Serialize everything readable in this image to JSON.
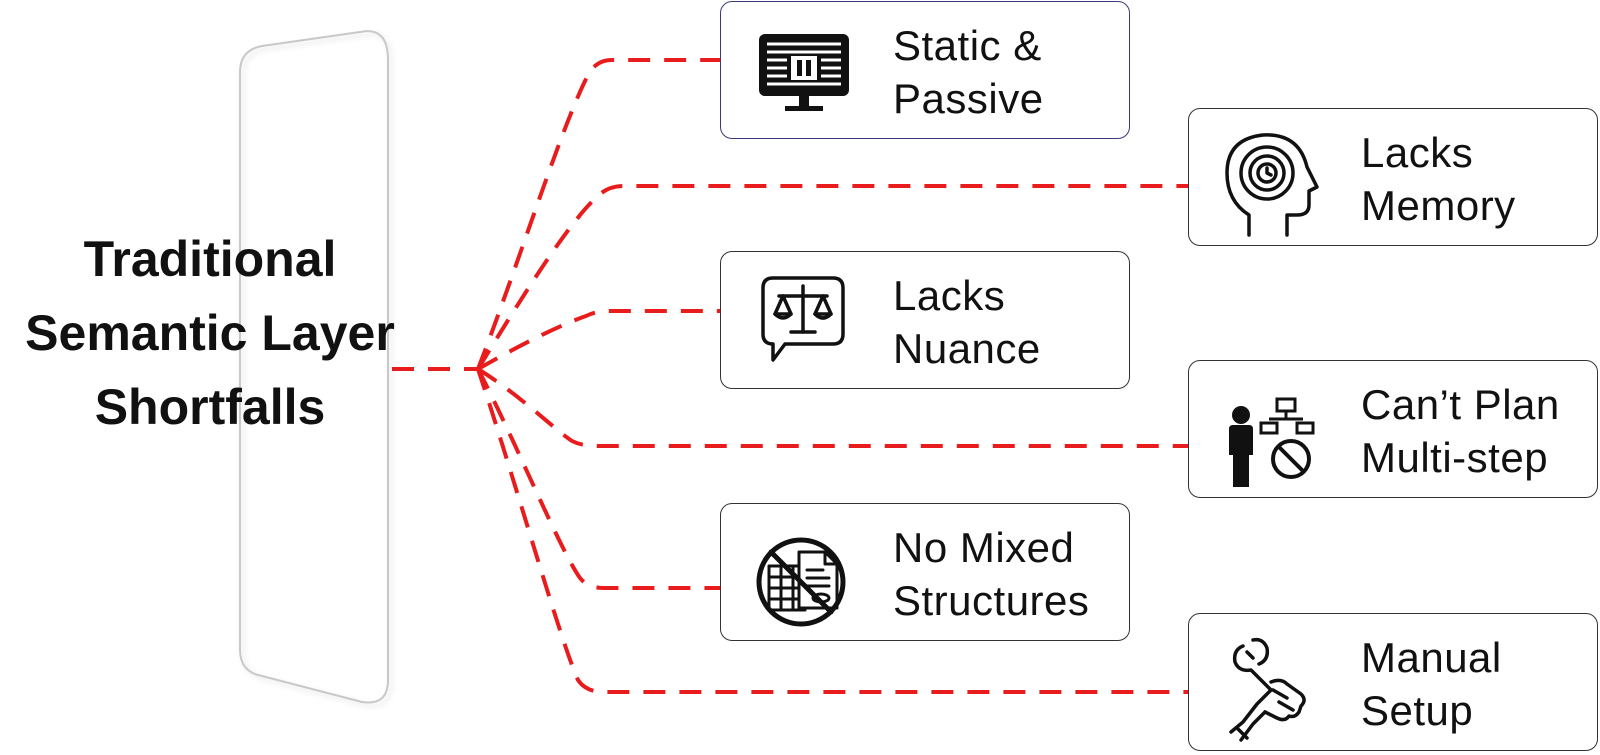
{
  "title": {
    "line1": "Traditional",
    "line2": "Semantic Layer",
    "line3": "Shortfalls"
  },
  "colors": {
    "connector": "#e81c1c",
    "text": "#111111",
    "card_border": "#333333"
  },
  "shortfalls": [
    {
      "line1": "Static &",
      "line2": "Passive",
      "icon": "paused-monitor-icon"
    },
    {
      "line1": "Lacks",
      "line2": "Memory",
      "icon": "head-memory-icon"
    },
    {
      "line1": "Lacks",
      "line2": "Nuance",
      "icon": "balance-scale-chat-icon"
    },
    {
      "line1": "Can’t Plan",
      "line2": "Multi-step",
      "icon": "person-flowchart-blocked-icon"
    },
    {
      "line1": "No Mixed",
      "line2": "Structures",
      "icon": "no-mixed-documents-icon"
    },
    {
      "line1": "Manual",
      "line2": "Setup",
      "icon": "hand-wrench-icon"
    }
  ]
}
